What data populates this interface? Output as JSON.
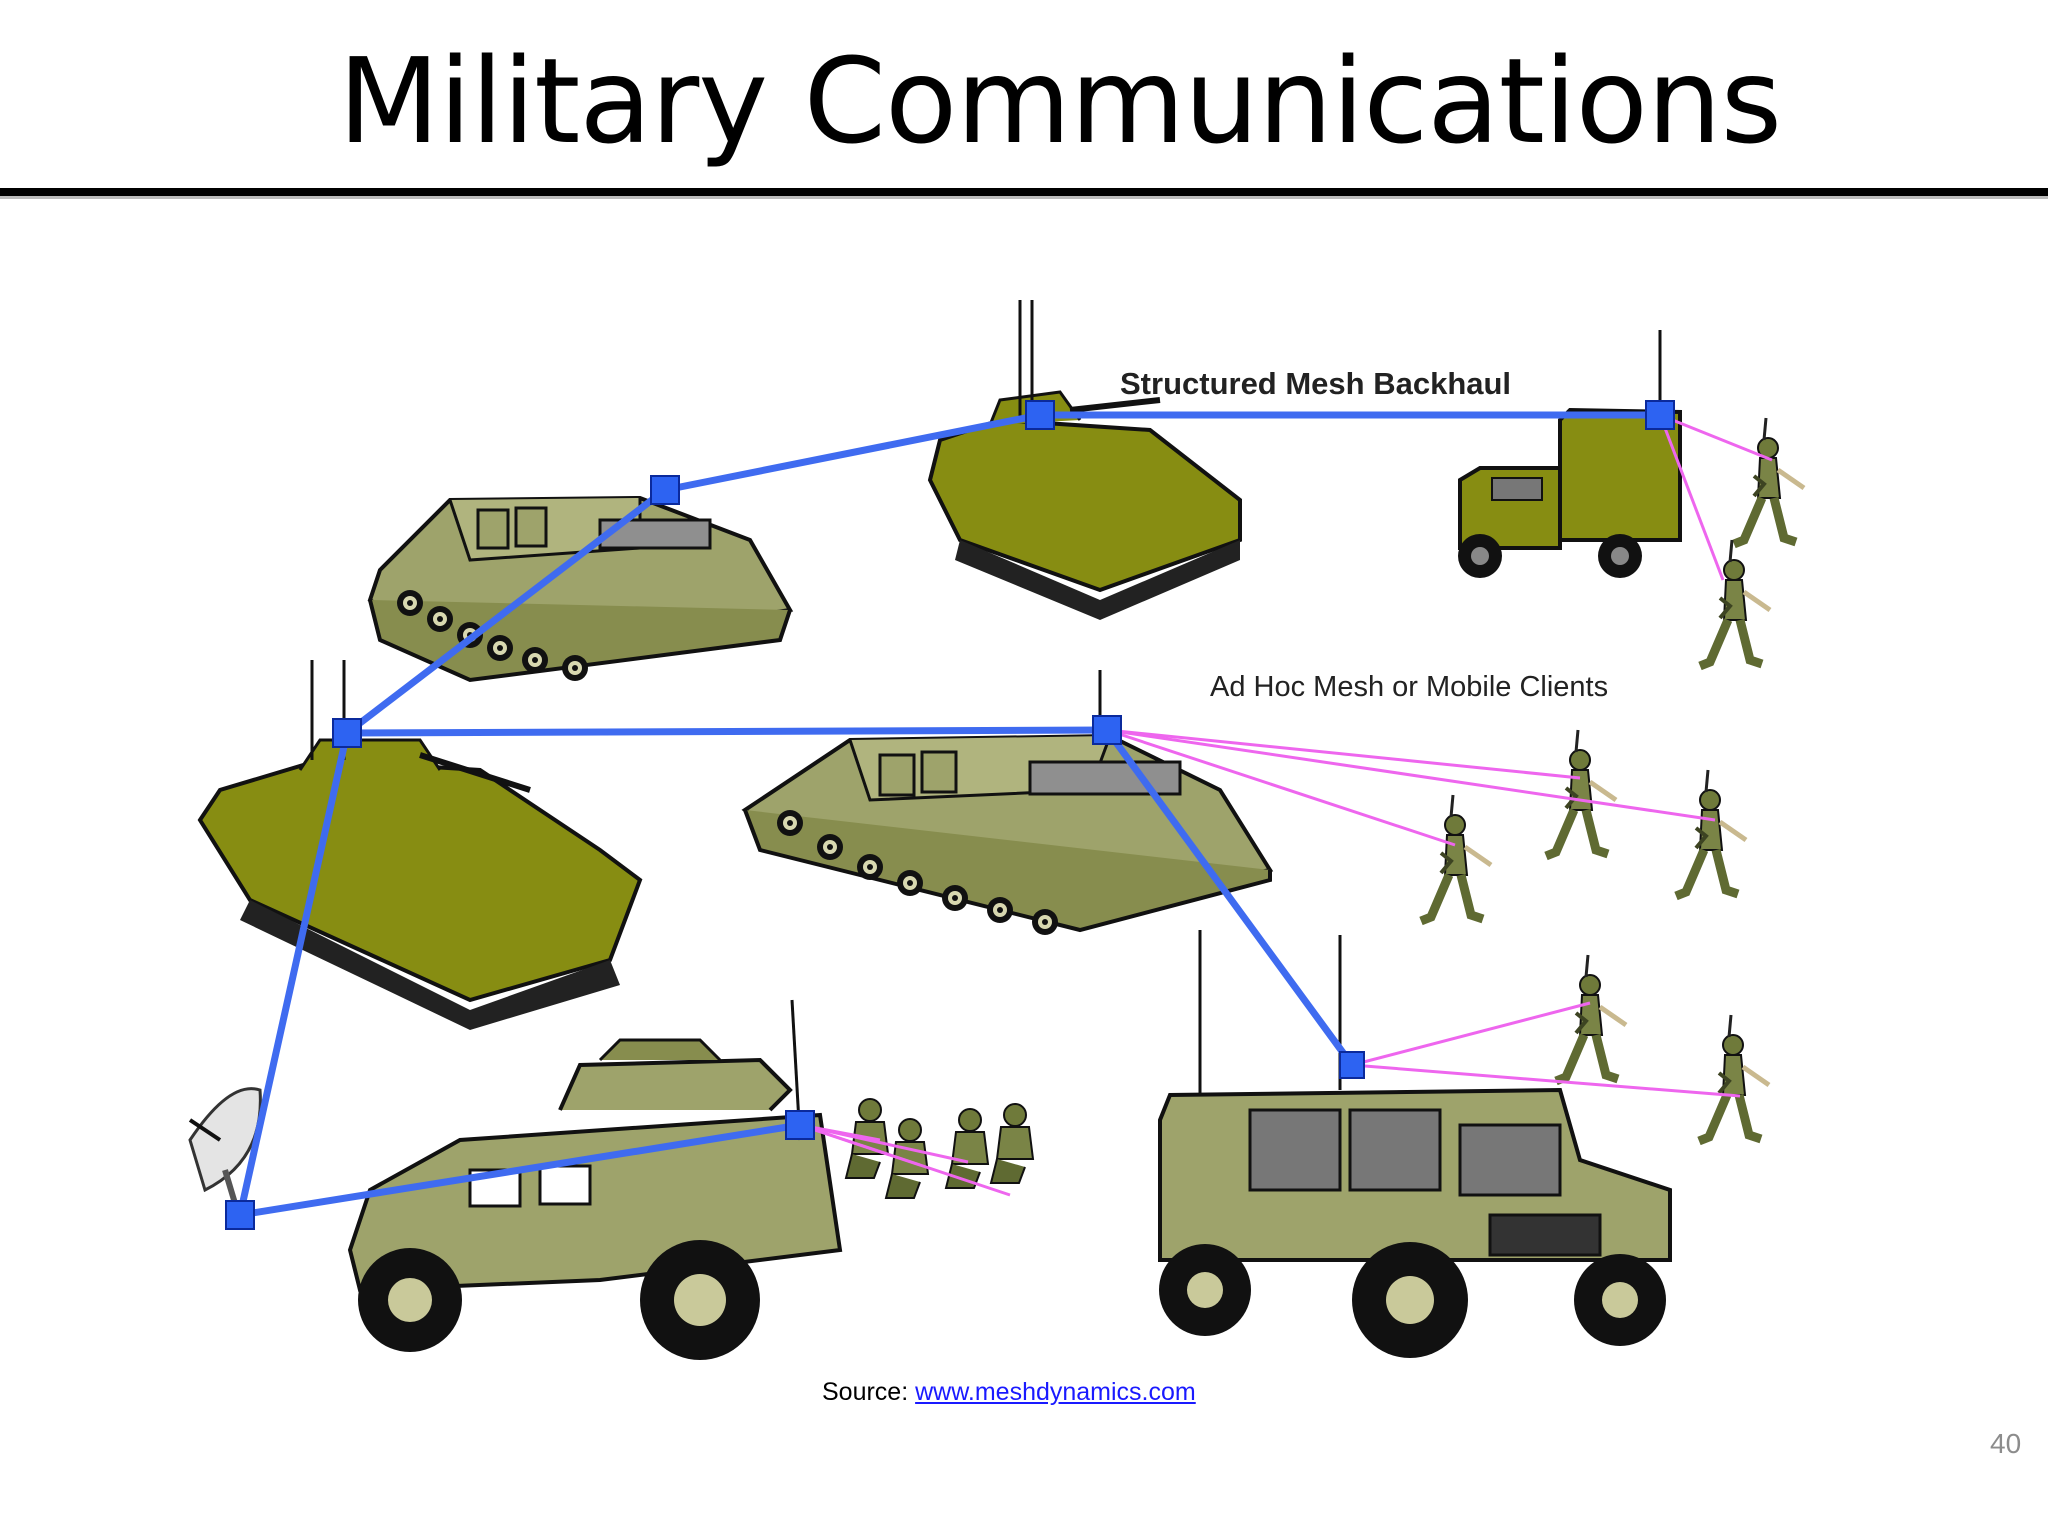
{
  "slide": {
    "title": "Military Communications",
    "page_number": "40"
  },
  "diagram": {
    "label_backhaul": "Structured Mesh Backhaul",
    "label_adhoc": "Ad Hoc Mesh or Mobile Clients",
    "colors": {
      "backhaul_link": "#3f6bf0",
      "node": "#2d63f2",
      "client_link": "#ee66ee",
      "vehicle_light": "#9ea36b",
      "vehicle_dark": "#878d12",
      "outline": "#111111"
    }
  },
  "footer": {
    "source_label": "Source: ",
    "source_link": "www.meshdynamics.com"
  }
}
